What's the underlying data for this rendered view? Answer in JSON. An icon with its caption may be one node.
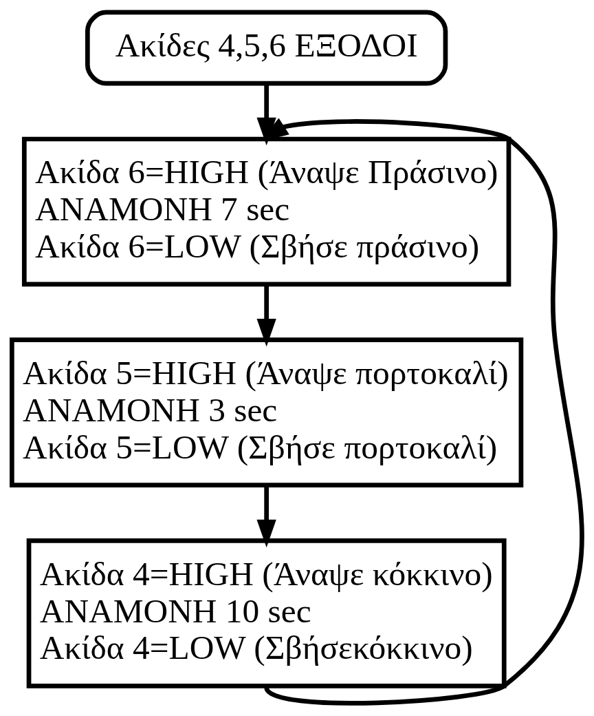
{
  "diagram": {
    "nodes": [
      {
        "text": [
          "Ακίδες 4,5,6 ΕΞΟΔΟΙ"
        ]
      },
      {
        "text": [
          "Ακίδα 6=HIGH (Άναψε Πράσινο)",
          "ΑΝΑΜΟΝΗ 7 sec",
          "Ακίδα 6=LOW (Σβήσε πράσινο)"
        ]
      },
      {
        "text": [
          "Ακίδα 5=HIGH (Άναψε πορτοκαλί)",
          "ΑΝΑΜΟΝΗ 3 sec",
          "Ακίδα 5=LOW (Σβήσε πορτοκαλί)"
        ]
      },
      {
        "text": [
          "Ακίδα 4=HIGH (Άναψε κόκκινο)",
          "ΑΝΑΜΟΝΗ 10 sec",
          "Ακίδα 4=LOW (Σβήσεκόκκινο)"
        ]
      }
    ],
    "edges": [
      {
        "from": 0,
        "to": 1,
        "arrow": "to"
      },
      {
        "from": 1,
        "to": 2,
        "arrow": "to"
      },
      {
        "from": 2,
        "to": 3,
        "arrow": "to"
      },
      {
        "from": 3,
        "to": 1,
        "arrow": "to"
      }
    ]
  }
}
